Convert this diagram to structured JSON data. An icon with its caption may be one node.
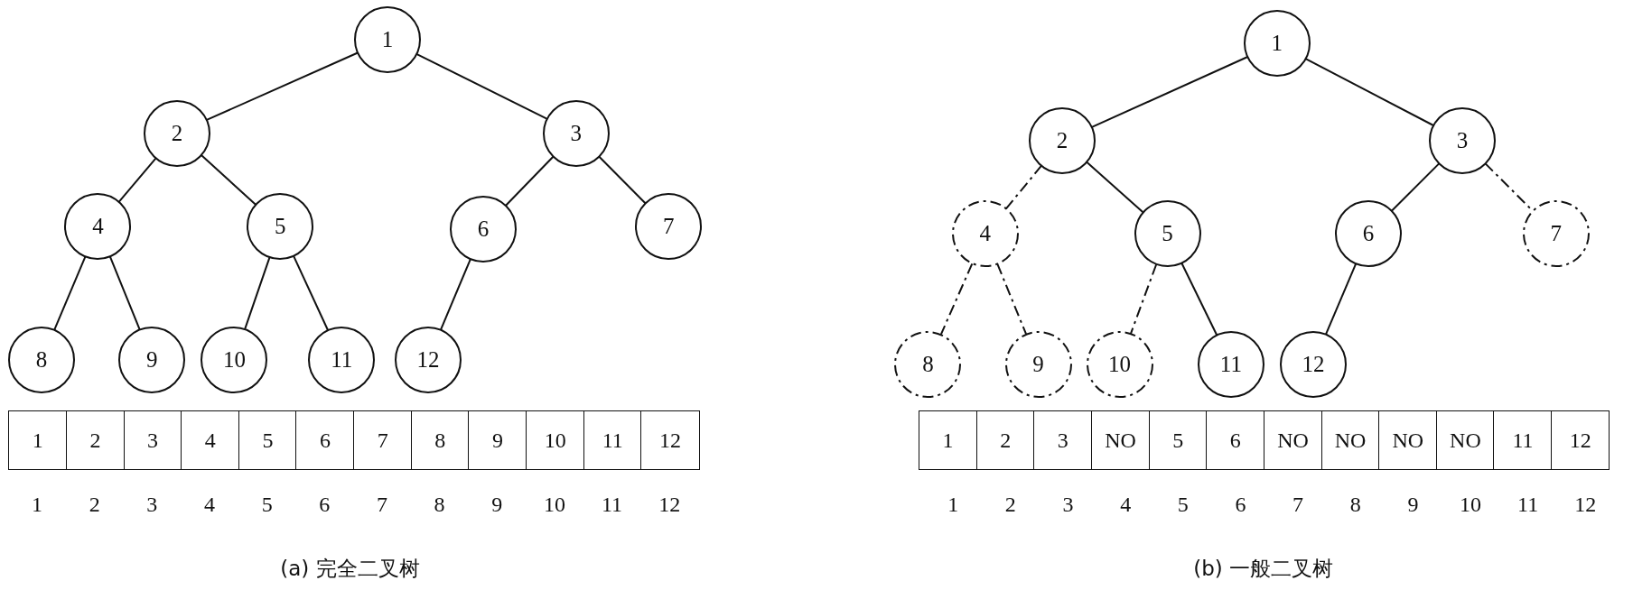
{
  "diagram": {
    "nodes": [
      {
        "text": [
          "1"
        ]
      },
      {
        "text": [
          "2"
        ]
      },
      {
        "text": [
          "3"
        ]
      },
      {
        "text": [
          "4"
        ]
      },
      {
        "text": [
          "5"
        ]
      },
      {
        "text": [
          "6"
        ]
      },
      {
        "text": [
          "7"
        ]
      },
      {
        "text": [
          "8"
        ]
      },
      {
        "text": [
          "9"
        ]
      },
      {
        "text": [
          "10"
        ]
      },
      {
        "text": [
          "11"
        ]
      },
      {
        "text": [
          "12"
        ]
      },
      {
        "text": [
          "1"
        ]
      },
      {
        "text": [
          "2"
        ]
      },
      {
        "text": [
          "3"
        ]
      },
      {
        "text": [
          "4"
        ]
      },
      {
        "text": [
          "5"
        ]
      },
      {
        "text": [
          "6"
        ]
      },
      {
        "text": [
          "7"
        ]
      },
      {
        "text": [
          "8"
        ]
      },
      {
        "text": [
          "9"
        ]
      },
      {
        "text": [
          "10"
        ]
      },
      {
        "text": [
          "11"
        ]
      },
      {
        "text": [
          "12"
        ]
      }
    ],
    "edges": [
      {
        "from": 0,
        "to": 1,
        "arrow": "none"
      },
      {
        "from": 0,
        "to": 2,
        "arrow": "none"
      },
      {
        "from": 1,
        "to": 3,
        "arrow": "none"
      },
      {
        "from": 1,
        "to": 4,
        "arrow": "none"
      },
      {
        "from": 2,
        "to": 5,
        "arrow": "none"
      },
      {
        "from": 2,
        "to": 6,
        "arrow": "none"
      },
      {
        "from": 3,
        "to": 7,
        "arrow": "none"
      },
      {
        "from": 3,
        "to": 8,
        "arrow": "none"
      },
      {
        "from": 4,
        "to": 9,
        "arrow": "none"
      },
      {
        "from": 4,
        "to": 10,
        "arrow": "none"
      },
      {
        "from": 5,
        "to": 11,
        "arrow": "none"
      },
      {
        "from": 12,
        "to": 13,
        "arrow": "none"
      },
      {
        "from": 12,
        "to": 14,
        "arrow": "none"
      },
      {
        "from": 13,
        "to": 15,
        "arrow": "none",
        "style": "dashed"
      },
      {
        "from": 13,
        "to": 16,
        "arrow": "none"
      },
      {
        "from": 14,
        "to": 17,
        "arrow": "none"
      },
      {
        "from": 14,
        "to": 18,
        "arrow": "none",
        "style": "dashed"
      },
      {
        "from": 15,
        "to": 19,
        "arrow": "none",
        "style": "dashed"
      },
      {
        "from": 15,
        "to": 20,
        "arrow": "none",
        "style": "dashed"
      },
      {
        "from": 16,
        "to": 21,
        "arrow": "none",
        "style": "dashed"
      },
      {
        "from": 16,
        "to": 22,
        "arrow": "none"
      },
      {
        "from": 17,
        "to": 23,
        "arrow": "none"
      }
    ],
    "labels": [
      "1",
      "2",
      "3",
      "4",
      "5",
      "6",
      "7",
      "8",
      "9",
      "10",
      "11",
      "12",
      "1",
      "2",
      "3",
      "NO",
      "5",
      "6",
      "NO",
      "NO",
      "NO",
      "NO",
      "11",
      "12",
      "1",
      "2",
      "3",
      "4",
      "5",
      "6",
      "7",
      "8",
      "9",
      "10",
      "11",
      "12",
      "1",
      "2",
      "3",
      "4",
      "5",
      "6",
      "7",
      "8",
      "9",
      "10",
      "11",
      "12",
      "(a) 完全二叉树",
      "(b) 一般二叉树"
    ]
  }
}
